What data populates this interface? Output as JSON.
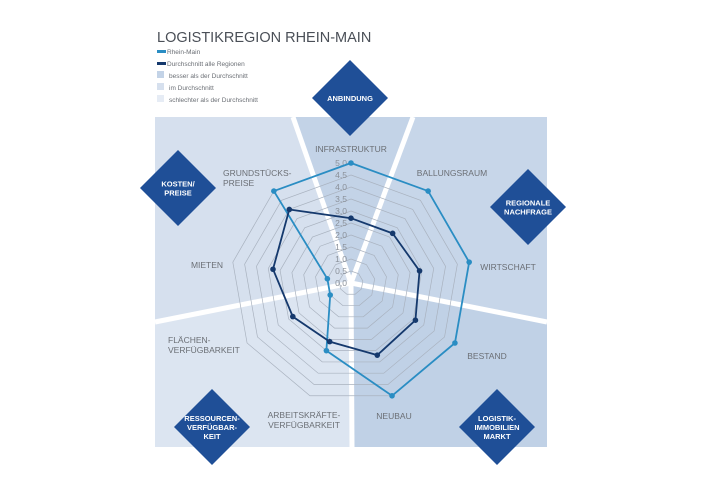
{
  "chart_data": {
    "type": "radar",
    "title": "LOGISTIKREGION RHEIN-MAIN",
    "axes": [
      [
        "INFRASTRUKTUR"
      ],
      [
        "BALLUNGSRAUM"
      ],
      [
        "WIRTSCHAFT"
      ],
      [
        "BESTAND"
      ],
      [
        "NEUBAU"
      ],
      [
        "ARBEITSKRÄFTE-",
        "VERFÜGBARKEIT"
      ],
      [
        "FLÄCHEN-",
        "VERFÜGBARKEIT"
      ],
      [
        "MIETEN"
      ],
      [
        "GRUNDSTÜCKS-",
        "PREISE"
      ]
    ],
    "rlim": [
      0,
      5
    ],
    "ticks": [
      "0,0",
      "0,5",
      "1,0",
      "1,5",
      "2,0",
      "2,5",
      "3,0",
      "3,5",
      "4,0",
      "4,5",
      "5,0"
    ],
    "series": [
      {
        "name": "Rhein-Main",
        "color": "#2a8dc3",
        "values": [
          5.0,
          5.0,
          5.0,
          5.0,
          5.0,
          3.0,
          1.0,
          1.0,
          5.0
        ]
      },
      {
        "name": "Durchschnitt alle Regionen",
        "color": "#15396d",
        "values": [
          2.7,
          2.7,
          2.9,
          3.1,
          3.2,
          2.6,
          2.8,
          3.3,
          4.0
        ]
      }
    ],
    "legend": [
      {
        "label": "Rhein-Main",
        "kind": "line",
        "color": "#2a8dc3"
      },
      {
        "label": "Durchschnitt alle Regionen",
        "kind": "line",
        "color": "#15396d"
      },
      {
        "label": "besser als der Durchschnitt",
        "kind": "box",
        "color": "#c3d3e7"
      },
      {
        "label": "im Durchschnitt",
        "kind": "box",
        "color": "#d6e0ee"
      },
      {
        "label": "schlechter als der Durchschnitt",
        "kind": "box",
        "color": "#e6ecf5"
      }
    ],
    "legend_position": "top-left",
    "categories": [
      {
        "lines": [
          "ANBINDUNG"
        ],
        "rating": "besser als der Durchschnitt"
      },
      {
        "lines": [
          "REGIONALE",
          "NACHFRAGE"
        ],
        "rating": "besser als der Durchschnitt"
      },
      {
        "lines": [
          "LOGISTIK-",
          "IMMOBILIEN",
          "MARKT"
        ],
        "rating": "besser als der Durchschnitt"
      },
      {
        "lines": [
          "RESSOURCEN-",
          "VERFÜGBAR-",
          "KEIT"
        ],
        "rating": "im Durchschnitt"
      },
      {
        "lines": [
          "KOSTEN/",
          "PREISE"
        ],
        "rating": "im Durchschnitt"
      }
    ],
    "colors": {
      "diamond": "#1f4f97",
      "grid": "#a9b2bf",
      "axis_text": "#6b6f75",
      "title": "#4a4f57"
    }
  }
}
